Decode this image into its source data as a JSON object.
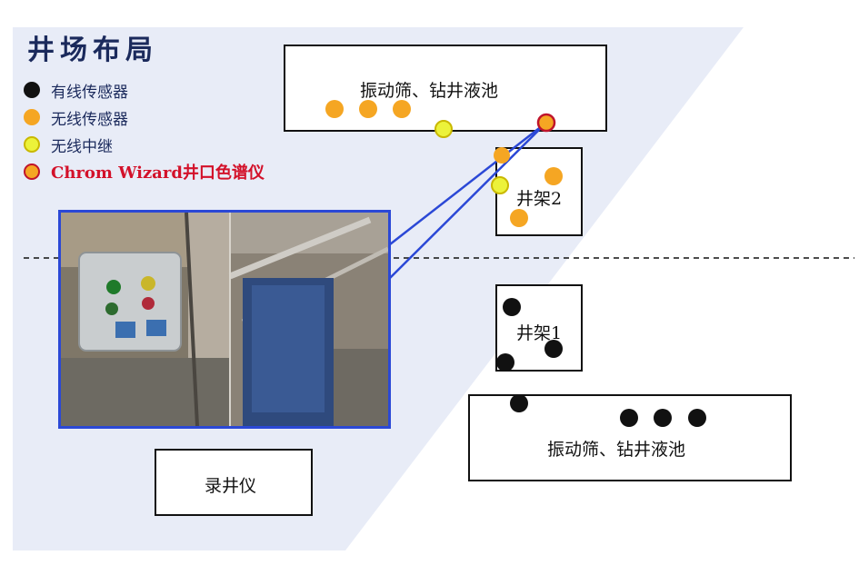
{
  "title": "井场布局",
  "legend": {
    "wired": "有线传感器",
    "wireless": "无线传感器",
    "relay": "无线中继",
    "chrom": "Chrom Wizard井口色谱仪"
  },
  "boxes": {
    "top_pool": "振动筛、钻井液池",
    "rig2": "井架2",
    "rig1": "井架1",
    "bottom_pool": "振动筛、钻井液池",
    "logger": "录井仪"
  },
  "colors": {
    "background_band": "#e8ecf7",
    "wired": "#111111",
    "wireless": "#f5a623",
    "relay": "#ecf23a",
    "relay_border": "#c9b800",
    "chrom_fill": "#f5a623",
    "chrom_border": "#c0142b",
    "callout": "#2b48d6",
    "title": "#1b2a5c",
    "legend_red": "#d3112a"
  }
}
